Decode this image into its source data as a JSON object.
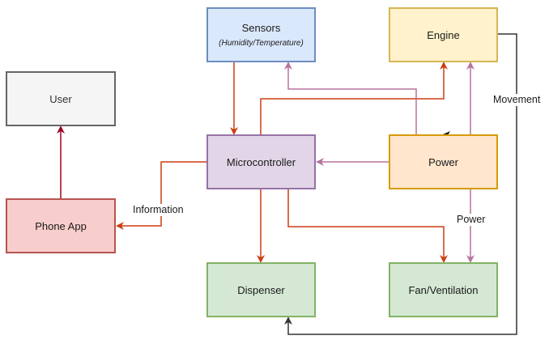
{
  "nodes": {
    "sensors": {
      "title": "Sensors",
      "subtitle": "(Humidity/Temperature)",
      "fill": "#dae8fc",
      "stroke": "#6c8ebf"
    },
    "engine": {
      "title": "Engine",
      "fill": "#fff2cc",
      "stroke": "#d6b656"
    },
    "user": {
      "title": "User",
      "fill": "#f5f5f5",
      "stroke": "#666666"
    },
    "microcontroller": {
      "title": "Microcontroller",
      "fill": "#e1d5e7",
      "stroke": "#9673a6"
    },
    "power": {
      "title": "Power",
      "fill": "#ffe6cc",
      "stroke": "#d79b00"
    },
    "phone_app": {
      "title": "Phone App",
      "fill": "#f8cecc",
      "stroke": "#b85450"
    },
    "dispenser": {
      "title": "Dispenser",
      "fill": "#d5e8d4",
      "stroke": "#82b366"
    },
    "fan": {
      "title": "Fan/Ventilation",
      "fill": "#d5e8d4",
      "stroke": "#82b366"
    }
  },
  "edge_labels": {
    "information": "Information",
    "power": "Power",
    "movement": "Movement"
  },
  "edges": [
    {
      "from": "Sensors",
      "to": "Microcontroller",
      "color": "#cc3d12"
    },
    {
      "from": "Microcontroller",
      "to": "Engine",
      "color": "#cc3d12"
    },
    {
      "from": "Power",
      "to": "Sensors",
      "color": "#b5739d"
    },
    {
      "from": "Power",
      "to": "Engine",
      "color": "#b5739d"
    },
    {
      "from": "Power",
      "to": "Microcontroller",
      "color": "#b5739d"
    },
    {
      "from": "Power",
      "to": "Fan/Ventilation",
      "label": "Power",
      "color": "#b5739d"
    },
    {
      "from": "Microcontroller",
      "to": "Phone App",
      "label": "Information",
      "color": "#cc3d12"
    },
    {
      "from": "Phone App",
      "to": "User",
      "color": "#a20025"
    },
    {
      "from": "Microcontroller",
      "to": "Dispenser",
      "color": "#cc3d12"
    },
    {
      "from": "Microcontroller",
      "to": "Fan/Ventilation",
      "color": "#cc3d12"
    },
    {
      "from": "Engine",
      "to": "Dispenser",
      "label": "Movement",
      "color": "#333333"
    }
  ]
}
